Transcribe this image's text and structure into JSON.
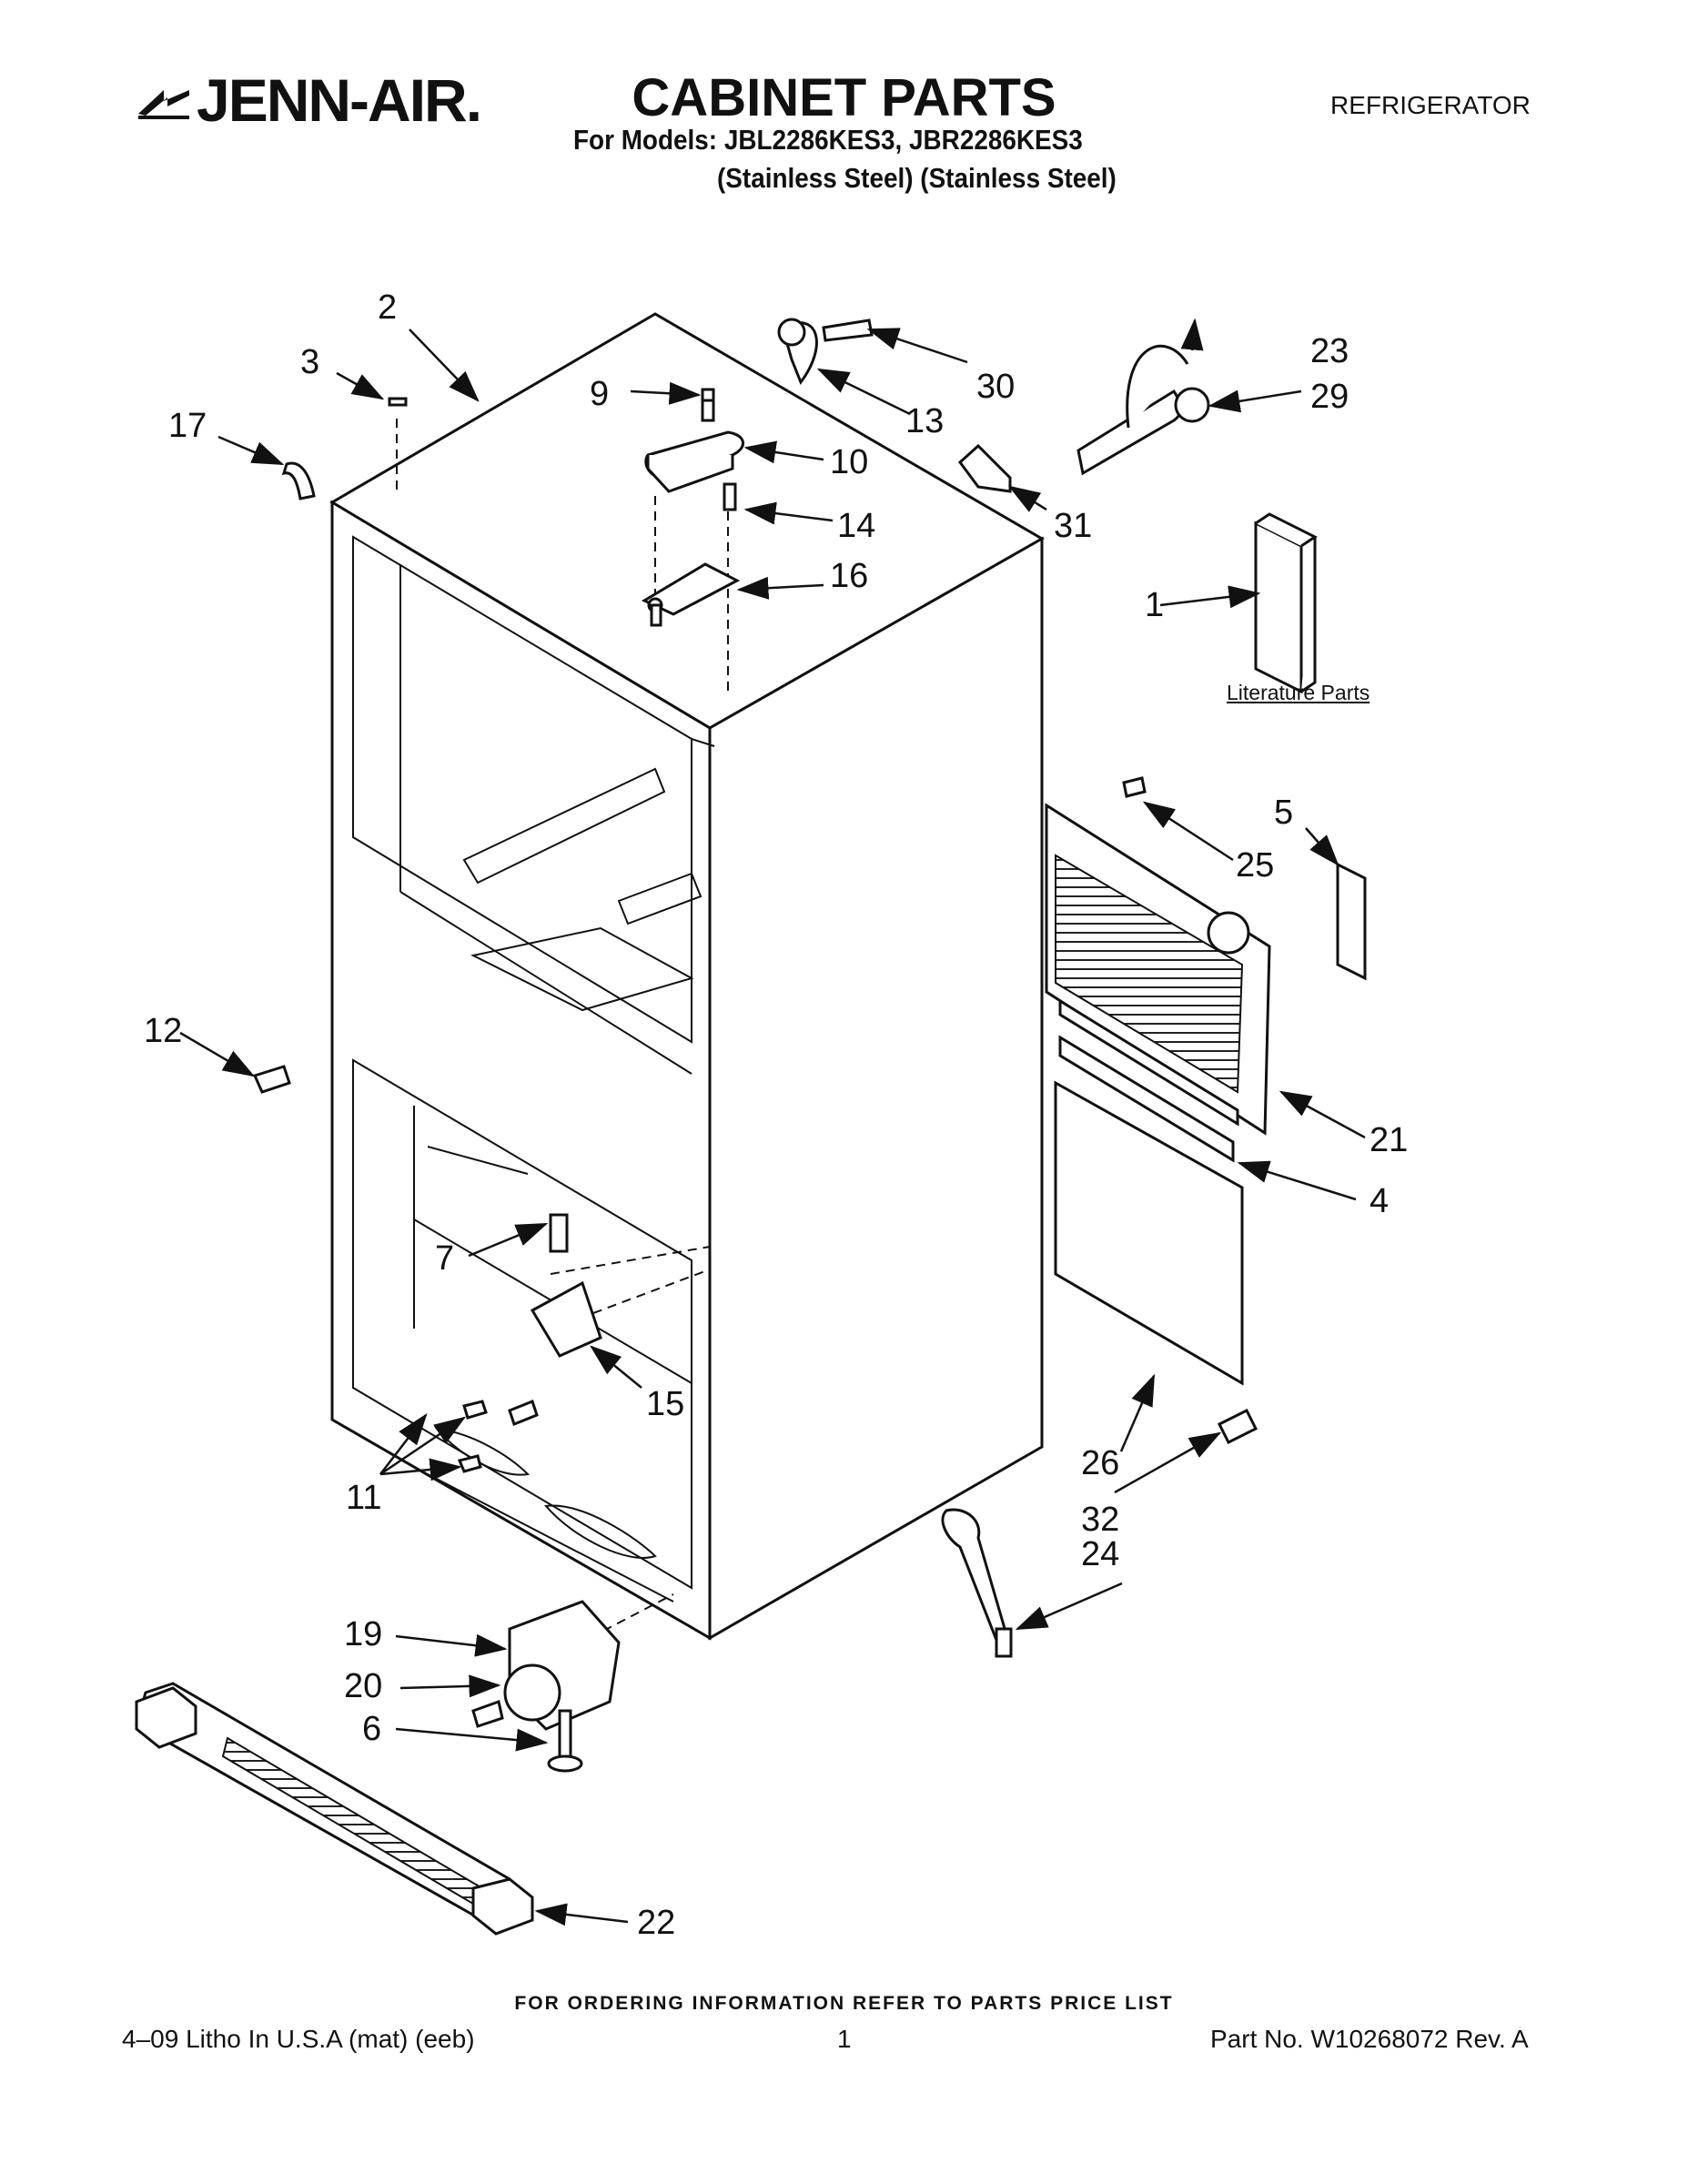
{
  "header": {
    "brand": "JENN-AIR.",
    "title": "CABINET PARTS",
    "category": "REFRIGERATOR",
    "models_line": "For Models: JBL2286KES3, JBR2286KES3",
    "finish_line": "(Stainless Steel) (Stainless Steel)"
  },
  "diagram": {
    "literature_label": "Literature Parts",
    "callouts": [
      {
        "id": "c1",
        "label": "1"
      },
      {
        "id": "c2",
        "label": "2"
      },
      {
        "id": "c3",
        "label": "3"
      },
      {
        "id": "c4",
        "label": "4"
      },
      {
        "id": "c5",
        "label": "5"
      },
      {
        "id": "c6",
        "label": "6"
      },
      {
        "id": "c7",
        "label": "7"
      },
      {
        "id": "c9",
        "label": "9"
      },
      {
        "id": "c10",
        "label": "10"
      },
      {
        "id": "c11",
        "label": "11"
      },
      {
        "id": "c12",
        "label": "12"
      },
      {
        "id": "c13",
        "label": "13"
      },
      {
        "id": "c14",
        "label": "14"
      },
      {
        "id": "c15",
        "label": "15"
      },
      {
        "id": "c16",
        "label": "16"
      },
      {
        "id": "c17",
        "label": "17"
      },
      {
        "id": "c19",
        "label": "19"
      },
      {
        "id": "c20",
        "label": "20"
      },
      {
        "id": "c21",
        "label": "21"
      },
      {
        "id": "c22",
        "label": "22"
      },
      {
        "id": "c23",
        "label": "23"
      },
      {
        "id": "c24",
        "label": "24"
      },
      {
        "id": "c25",
        "label": "25"
      },
      {
        "id": "c26",
        "label": "26"
      },
      {
        "id": "c29",
        "label": "29"
      },
      {
        "id": "c30",
        "label": "30"
      },
      {
        "id": "c31",
        "label": "31"
      },
      {
        "id": "c32",
        "label": "32"
      }
    ]
  },
  "footer": {
    "ordering_note": "FOR ORDERING INFORMATION REFER TO PARTS PRICE LIST",
    "print_info": "4–09 Litho In U.S.A (mat) (eeb)",
    "page_number": "1",
    "part_number": "Part No. W10268072 Rev. A"
  }
}
